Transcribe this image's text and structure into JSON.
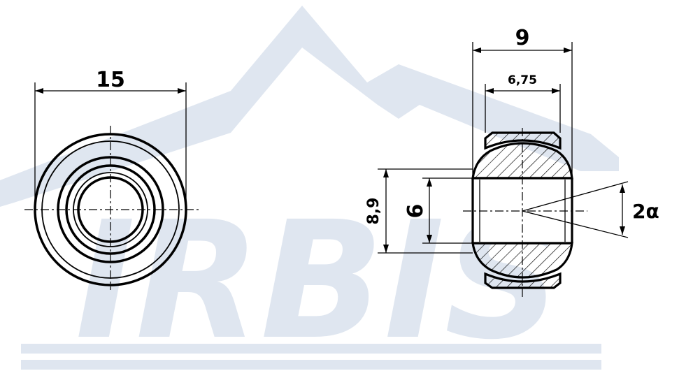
{
  "watermark": {
    "brand": "IRBIS",
    "color": "#dfe6f0"
  },
  "front_view": {
    "dims": {
      "outer_diameter": "15"
    }
  },
  "side_view": {
    "dims": {
      "width": "9",
      "inner_ring_width": "6,75",
      "ball_diameter": "8,9",
      "bore": "6"
    },
    "angle_label": "2α"
  },
  "colors": {
    "line": "#000000",
    "background": "#ffffff"
  }
}
